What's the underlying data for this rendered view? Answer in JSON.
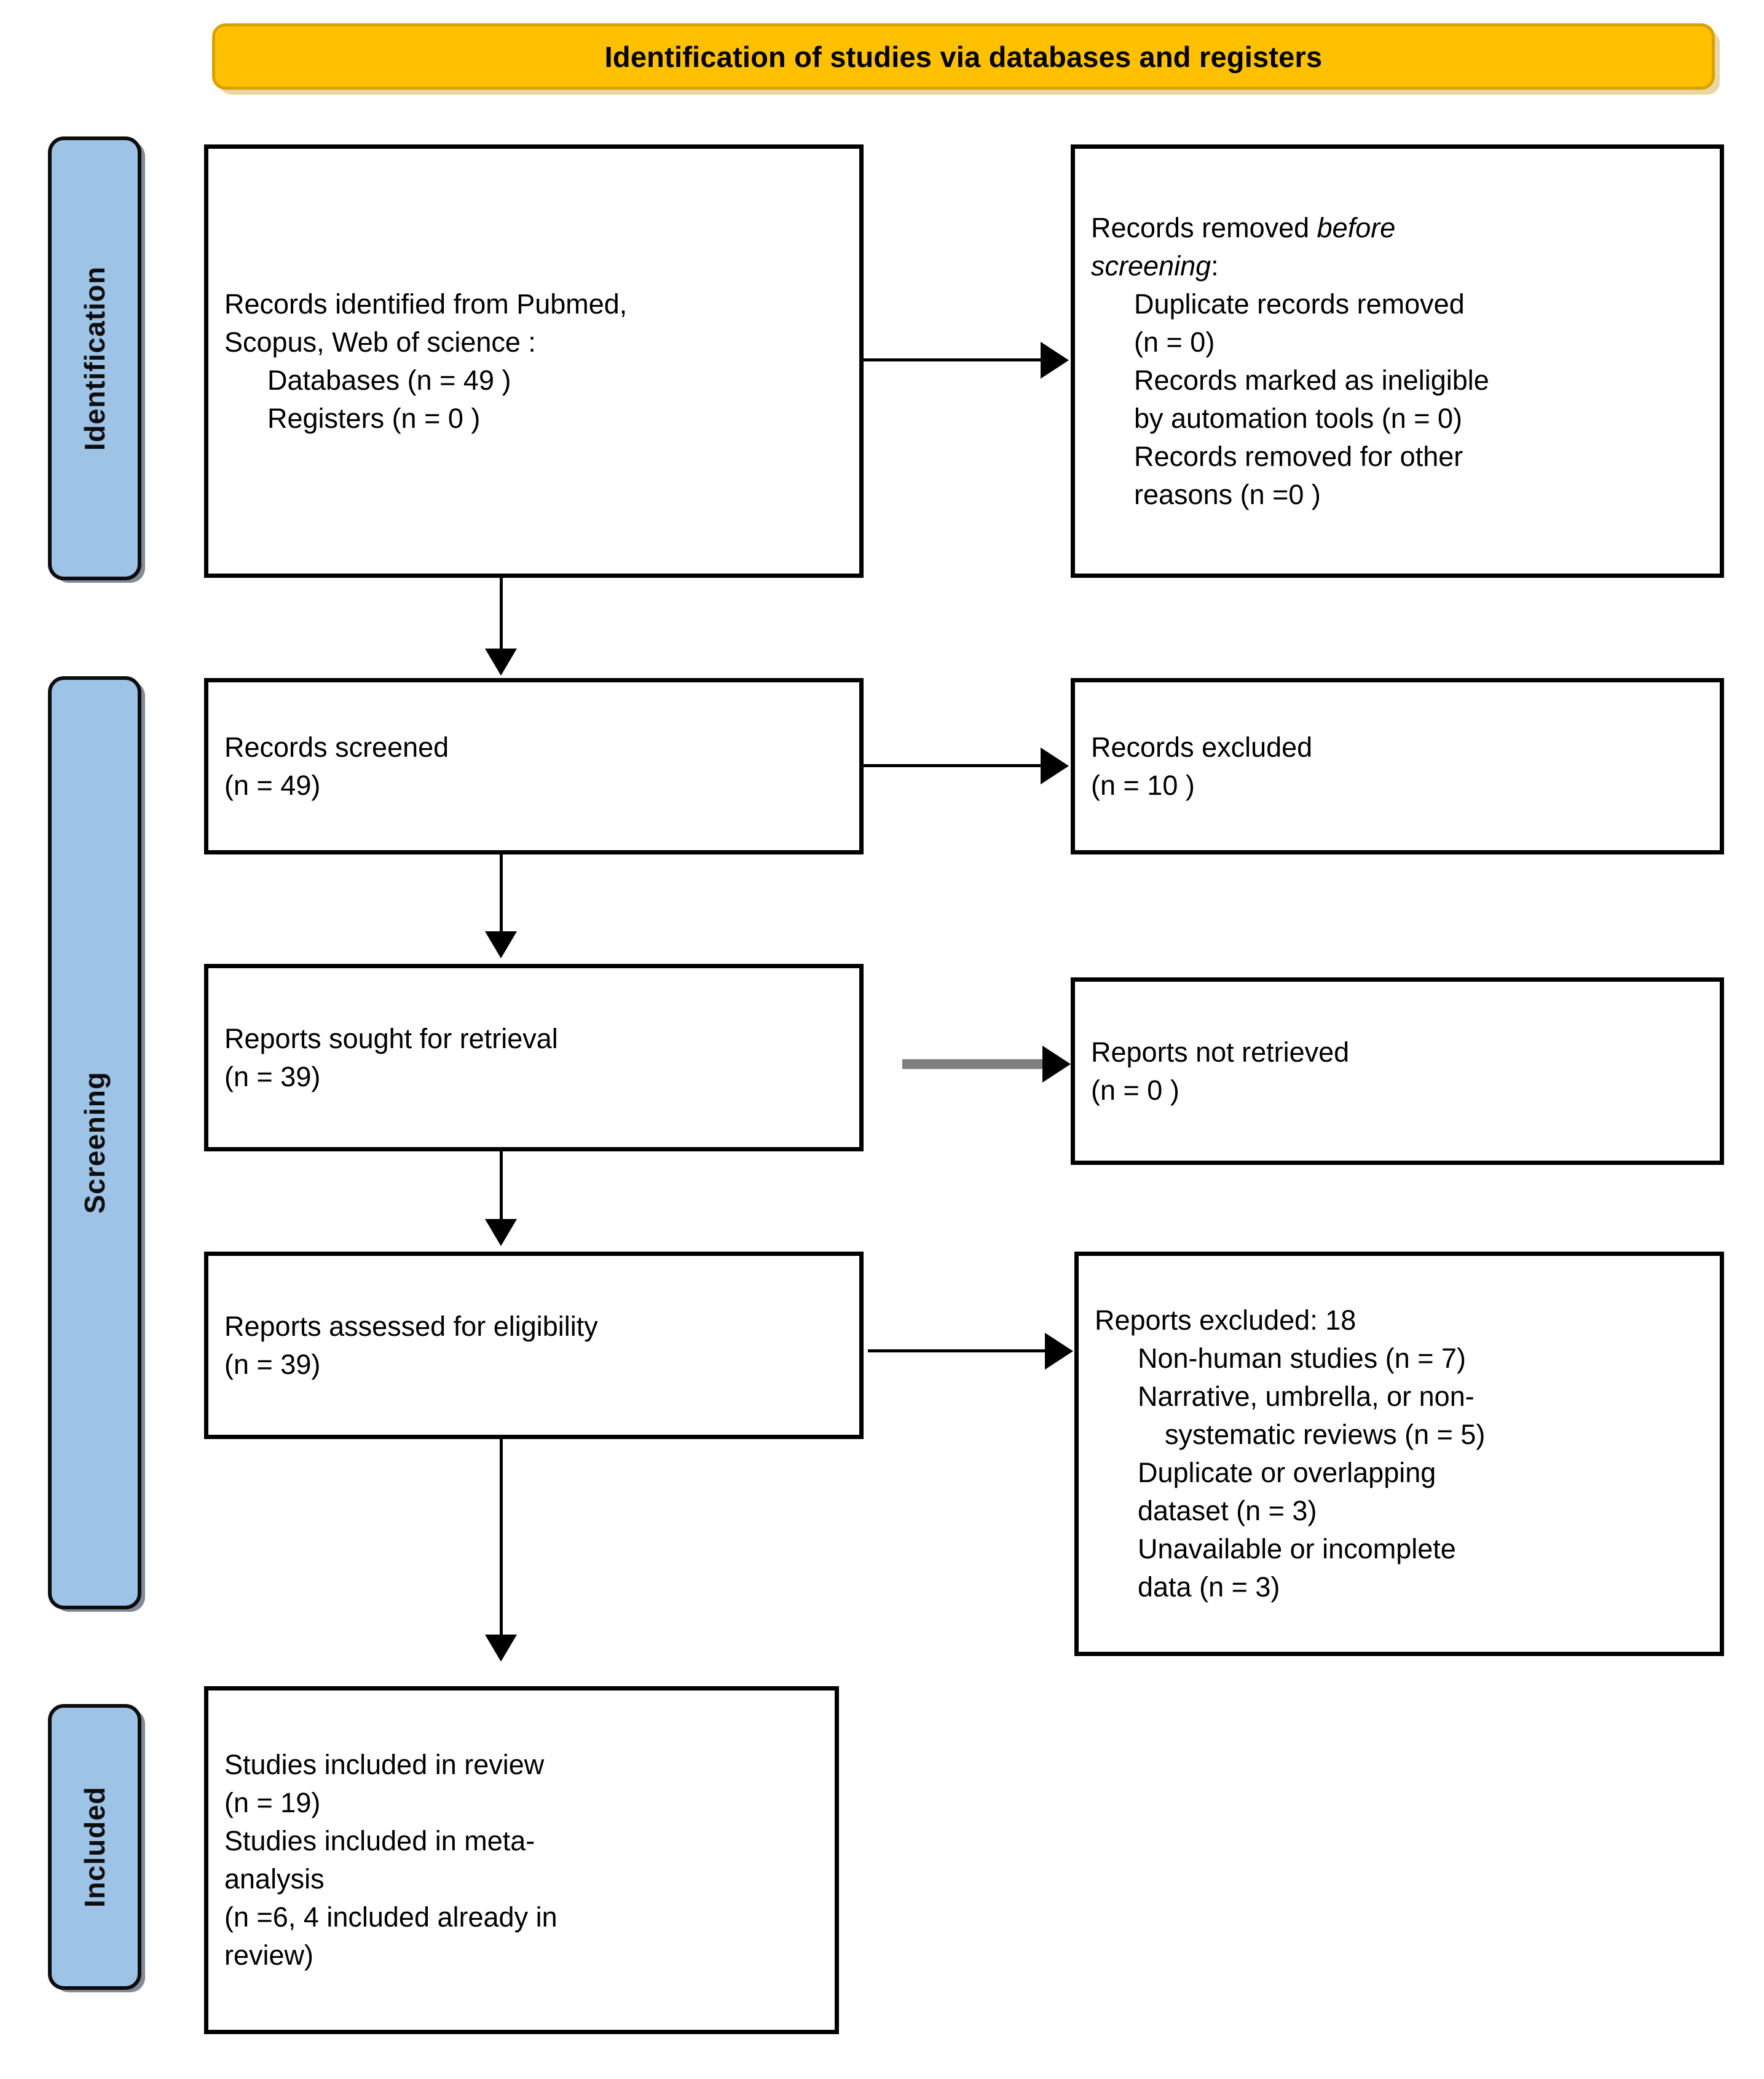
{
  "header": {
    "title": "Identification of studies via databases and registers",
    "accent_color": "#FFC000",
    "border_color": "#D8A200"
  },
  "stages": {
    "fill_color": "#9DC3E6",
    "identification": "Identification",
    "screening": "Screening",
    "included": "Included"
  },
  "boxes": {
    "records_identified": {
      "line1": "Records identified from Pubmed,",
      "line2": "Scopus, Web of science :",
      "line3": "Databases (n = 49 )",
      "line4": "Registers (n = 0 )"
    },
    "records_removed": {
      "line1_a": "Records removed ",
      "line1_b": "before",
      "line2": "screening",
      "line2_colon": ":",
      "line3": "Duplicate records removed",
      "line4": "(n = 0)",
      "line5": "Records marked as ineligible",
      "line6": "by automation tools (n = 0)",
      "line7": "Records removed for other",
      "line8": "reasons (n =0 )"
    },
    "records_screened": {
      "line1": "Records screened",
      "line2": "(n = 49)"
    },
    "records_excluded": {
      "line1": "Records excluded",
      "line2": "(n = 10 )"
    },
    "reports_sought": {
      "line1": "Reports sought for retrieval",
      "line2": "(n = 39)"
    },
    "reports_not_retrieved": {
      "line1": "Reports not retrieved",
      "line2": "(n = 0 )"
    },
    "reports_assessed": {
      "line1": "Reports assessed for eligibility",
      "line2": "(n = 39)"
    },
    "reports_excluded": {
      "line1": "Reports excluded: 18",
      "line2": "Non-human studies (n = 7)",
      "line3": "Narrative, umbrella, or non-",
      "line4": "systematic reviews (n = 5)",
      "line5": "Duplicate or overlapping",
      "line6": "dataset (n = 3)",
      "line7": "Unavailable or incomplete",
      "line8": "data (n = 3)"
    },
    "studies_included": {
      "line1": "Studies included in review",
      "line2": "(n = 19)",
      "line3": "Studies included in meta-",
      "line4": "analysis",
      "line5": "(n =6, 4 included already in",
      "line6": "review)"
    }
  },
  "chart_data": {
    "type": "diagram",
    "title": "Identification of studies via databases and registers",
    "flow": [
      {
        "stage": "Identification",
        "node": "Records identified from Pubmed, Scopus, Web of science",
        "databases": 49,
        "registers": 0
      },
      {
        "stage": "Identification",
        "node": "Records removed before screening",
        "duplicate_records_removed": 0,
        "marked_ineligible_by_automation_tools": 0,
        "removed_for_other_reasons": 0
      },
      {
        "stage": "Screening",
        "node": "Records screened",
        "n": 49
      },
      {
        "stage": "Screening",
        "node": "Records excluded",
        "n": 10
      },
      {
        "stage": "Screening",
        "node": "Reports sought for retrieval",
        "n": 39
      },
      {
        "stage": "Screening",
        "node": "Reports not retrieved",
        "n": 0
      },
      {
        "stage": "Screening",
        "node": "Reports assessed for eligibility",
        "n": 39
      },
      {
        "stage": "Screening",
        "node": "Reports excluded",
        "total": 18,
        "reasons": [
          {
            "reason": "Non-human studies",
            "n": 7
          },
          {
            "reason": "Narrative, umbrella, or non-systematic reviews",
            "n": 5
          },
          {
            "reason": "Duplicate or overlapping dataset",
            "n": 3
          },
          {
            "reason": "Unavailable or incomplete data",
            "n": 3
          }
        ]
      },
      {
        "stage": "Included",
        "node": "Studies included in review",
        "n": 19
      },
      {
        "stage": "Included",
        "node": "Studies included in meta-analysis",
        "n": 6,
        "note": "4 included already in review"
      }
    ]
  }
}
